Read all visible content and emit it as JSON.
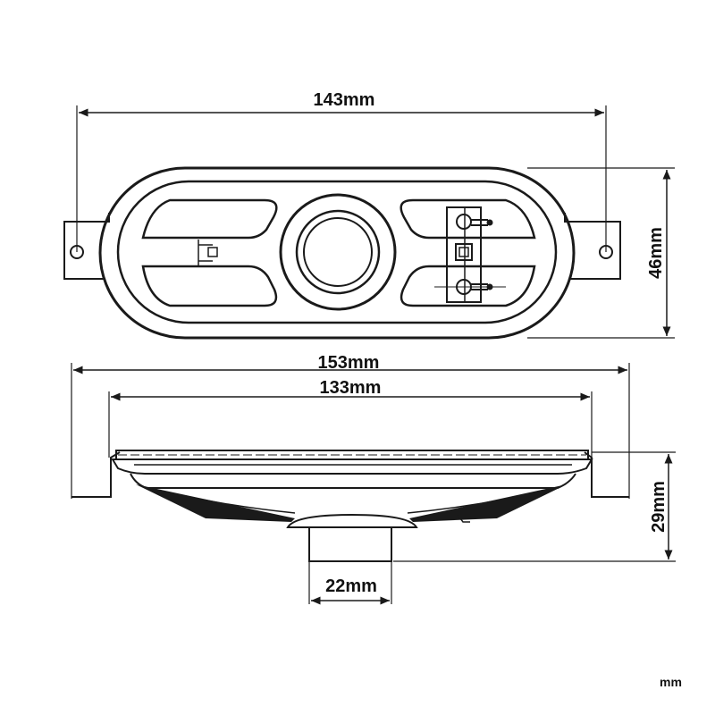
{
  "dimensions": {
    "top_width": "143mm",
    "height": "46mm",
    "overall_width": "153mm",
    "frame_width": "133mm",
    "depth": "29mm",
    "magnet_diameter": "22mm"
  },
  "unit_label": "mm"
}
